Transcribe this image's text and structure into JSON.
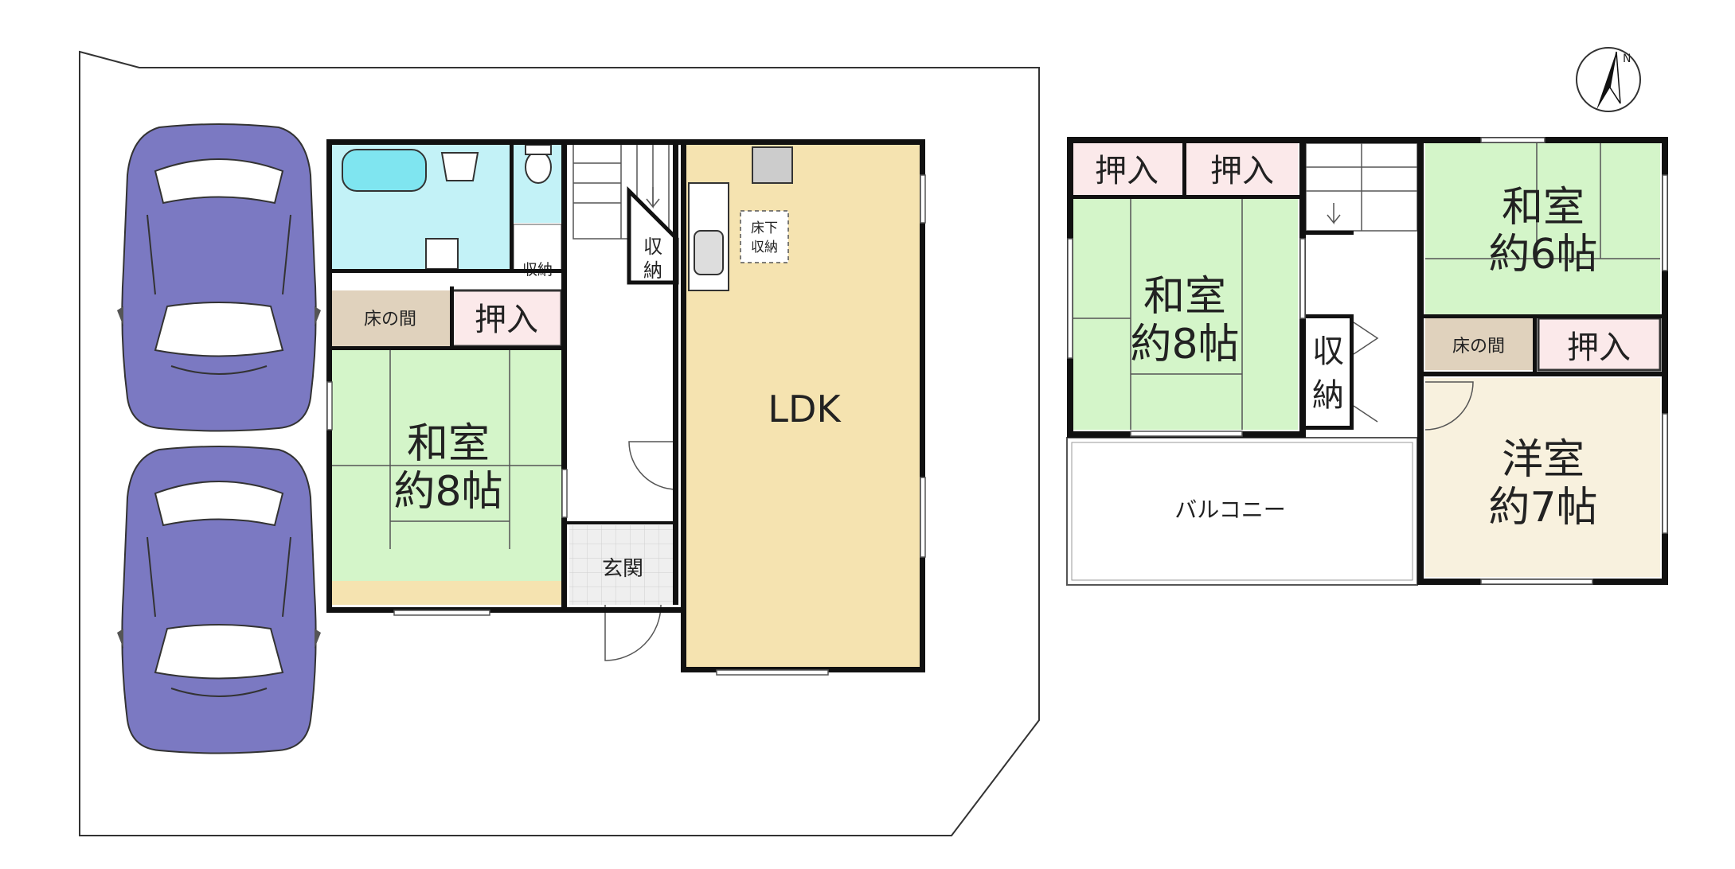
{
  "floor1": {
    "washitsu_name": "和室",
    "washitsu_size": "約8帖",
    "tokonoma": "床の間",
    "oshiire": "押入",
    "shuno_small": "収納",
    "shuno_stair_1": "収",
    "shuno_stair_2": "納",
    "yukashita_1": "床下",
    "yukashita_2": "収納",
    "ldk": "LDK",
    "genkan": "玄関"
  },
  "floor2": {
    "oshiire_1": "押入",
    "oshiire_2": "押入",
    "washitsu8_name": "和室",
    "washitsu8_size": "約8帖",
    "washitsu6_name": "和室",
    "washitsu6_size": "約6帖",
    "shuno_1": "収",
    "shuno_2": "納",
    "tokonoma": "床の間",
    "oshiire_3": "押入",
    "yoshitsu_name": "洋室",
    "yoshitsu_size": "約7帖",
    "balcony": "バルコニー"
  },
  "compass_label": "N",
  "colors": {
    "tatami": "#d4f5c9",
    "ldk_floor": "#f5e3b0",
    "western_floor": "#f8f1de",
    "oshiire": "#fbe9ea",
    "tokonoma": "#e0d2bd",
    "bath": "#c3f2f7",
    "tile": "#eeeeee",
    "car": "#7b79c2",
    "wall": "#111111"
  }
}
